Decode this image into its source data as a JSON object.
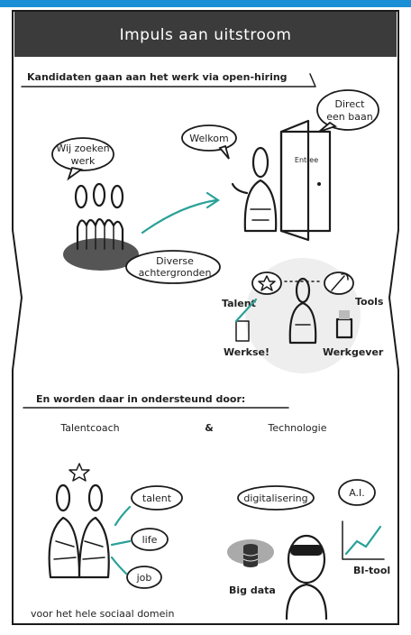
{
  "header": {
    "title": "Impuls aan uitstroom"
  },
  "section1": {
    "heading": "Kandidaten gaan aan het werk via open-hiring",
    "bubble_search": [
      "Wij zoeken",
      "werk"
    ],
    "bubble_welcome": "Welkom",
    "bubble_job": [
      "Direct",
      "een baan"
    ],
    "door_sign": "Entree",
    "bubble_backgrounds": [
      "Diverse",
      "achtergronden"
    ],
    "label_talent": "Talent",
    "label_tools": "Tools",
    "label_werkse": "Werkse!",
    "label_werkgever": "Werkgever"
  },
  "section2": {
    "heading": "En worden daar in ondersteund door:",
    "col_left": "Talentcoach",
    "ampersand": "&",
    "col_right": "Technologie",
    "bubble_talent": "talent",
    "bubble_life": "life",
    "bubble_job": "job",
    "footer_left": "voor het hele sociaal domein",
    "bubble_digital": "digitalisering",
    "bubble_ai": "A.I.",
    "label_bi": "BI-tool",
    "label_bigdata": "Big data"
  },
  "colors": {
    "accent": "#1a8fd6",
    "header_bg": "#3b3b3b",
    "teal": "#2aa198"
  }
}
